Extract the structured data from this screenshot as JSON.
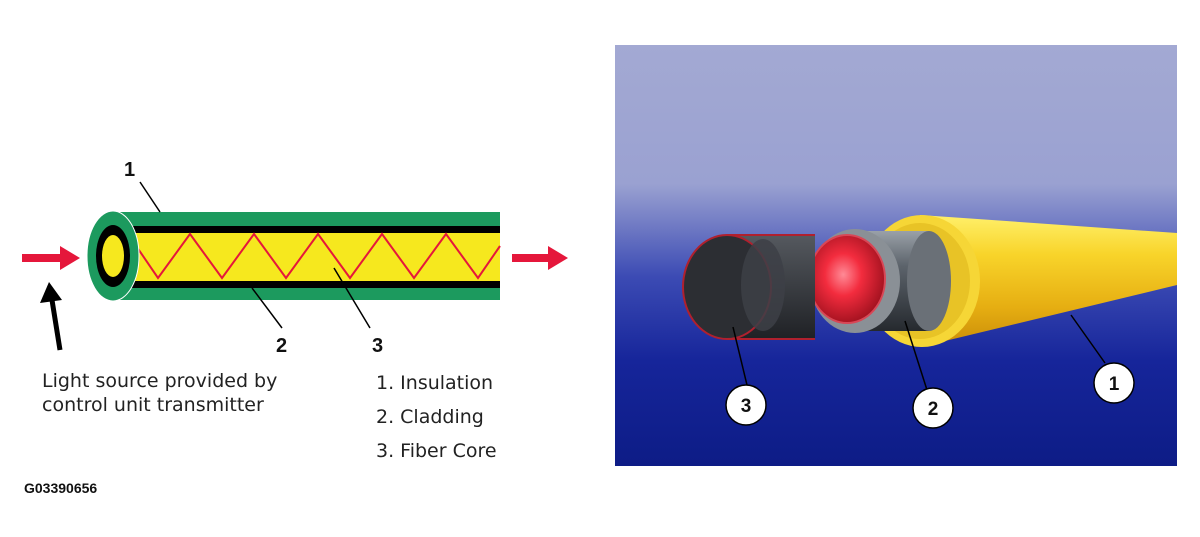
{
  "left_diagram": {
    "callouts": {
      "insulation": "1",
      "cladding": "2",
      "fiber_core": "3"
    },
    "light_source_caption": [
      "Light source provided by",
      "control unit transmitter"
    ],
    "legend": [
      "1.  Insulation",
      "2.  Cladding",
      "3.  Fiber Core"
    ]
  },
  "right_illustration": {
    "callouts": {
      "fiber_core": "3",
      "cladding": "2",
      "insulation": "1"
    }
  },
  "figure_id": "G03390656",
  "colors": {
    "insulation_green": "#1c9a5e",
    "fiber_core_yellow": "#f6e81e",
    "light_arrow_red": "#e5173b",
    "zigzag_red": "#e5173b",
    "insulation_yellow_3d": "#f2c21a",
    "background_blue": "#0f1f8c"
  }
}
